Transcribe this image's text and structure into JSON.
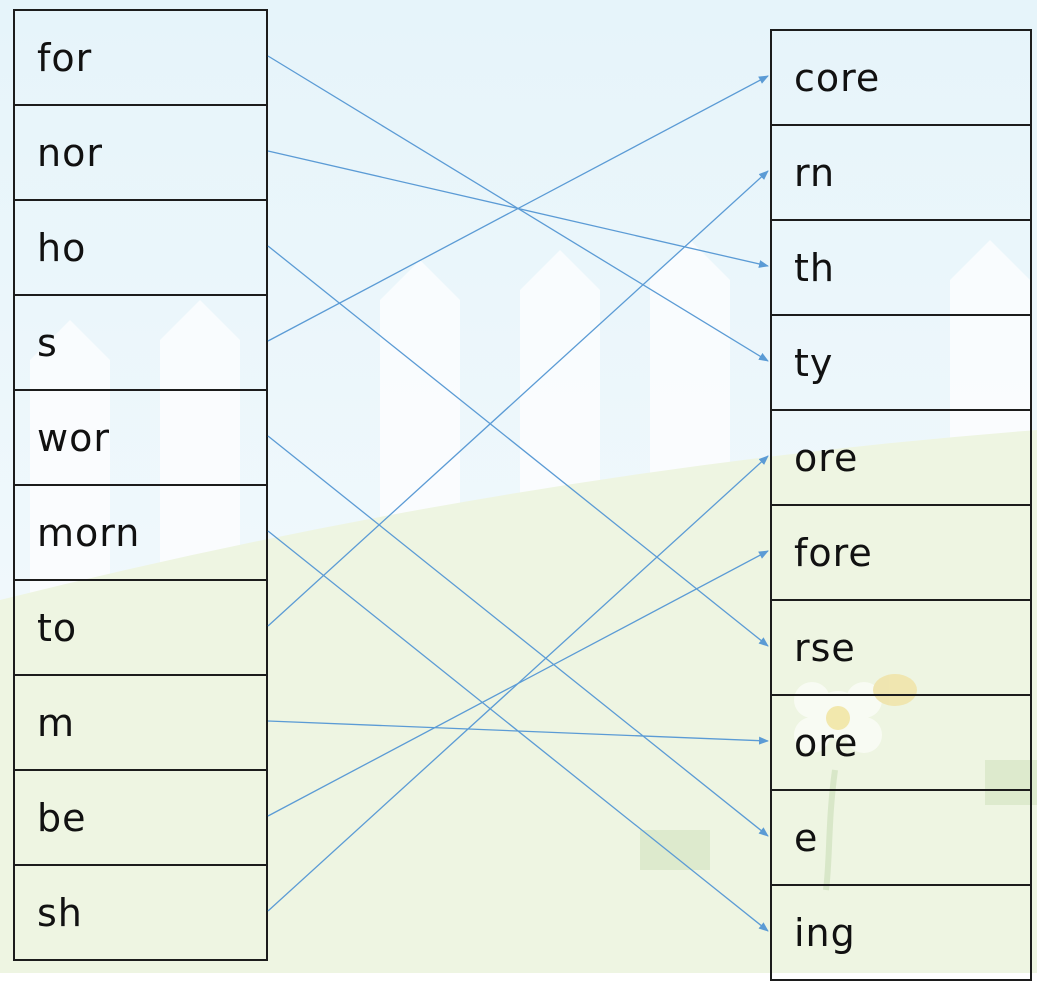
{
  "left_words": [
    "for",
    "nor",
    "ho",
    "s",
    "wor",
    "morn",
    "to",
    "m",
    "be",
    "sh"
  ],
  "right_words": [
    "core",
    "rn",
    "th",
    "ty",
    "ore",
    "fore",
    "rse",
    "ore",
    "e",
    "ing"
  ],
  "connections": [
    [
      0,
      3
    ],
    [
      1,
      2
    ],
    [
      2,
      6
    ],
    [
      3,
      0
    ],
    [
      4,
      8
    ],
    [
      5,
      9
    ],
    [
      6,
      1
    ],
    [
      7,
      7
    ],
    [
      8,
      5
    ],
    [
      9,
      4
    ]
  ],
  "colors": {
    "line": "#5b9bd5",
    "sky_top": "#e8f5fa",
    "sky_bottom": "#f3fafd",
    "grass": "#eef5e3",
    "border": "#1c1c1c"
  }
}
